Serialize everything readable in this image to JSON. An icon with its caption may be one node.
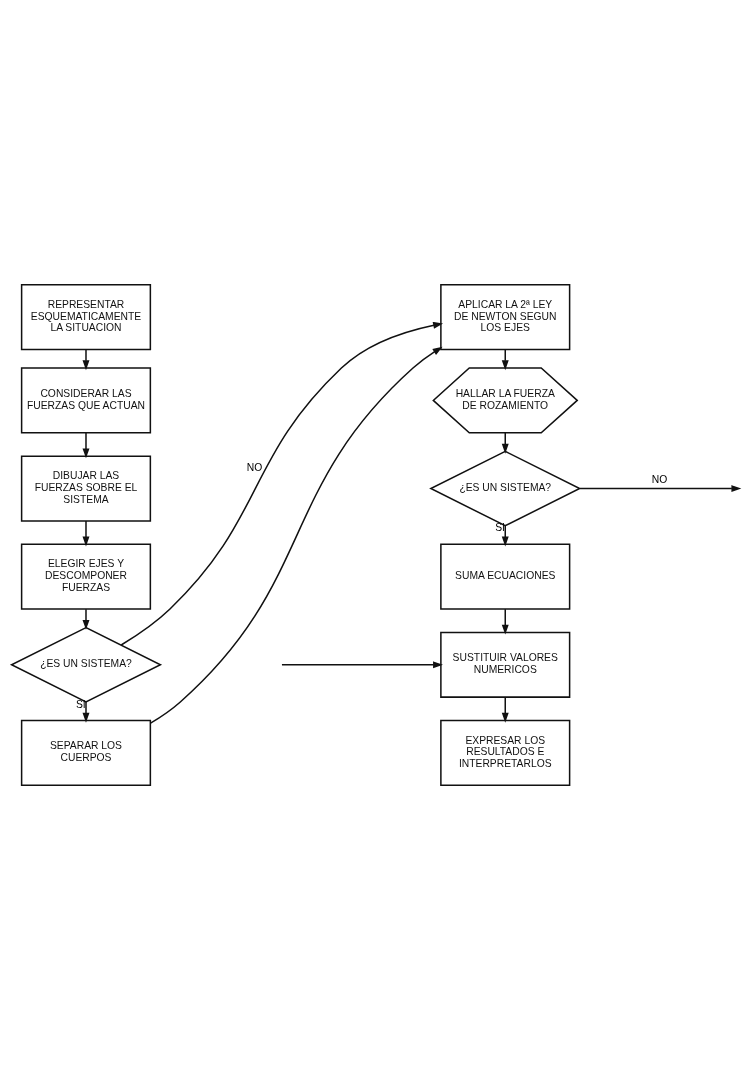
{
  "diagram": {
    "nodes": [
      {
        "text": [
          "REPRESENTAR ESQUEMATICAMENTE LA SITUACION"
        ]
      },
      {
        "text": [
          "CONSIDERAR LAS FUERZAS QUE ACTUAN"
        ]
      },
      {
        "text": [
          "DIBUJAR LAS FUERZAS SOBRE EL SISTEMA"
        ]
      },
      {
        "text": [
          "ELEGIR EJES Y DESCOMPONER FUERZAS"
        ]
      },
      {
        "text": [
          "¿ES UN SISTEMA?"
        ]
      },
      {
        "text": [
          "SEPARAR LOS CUERPOS"
        ]
      },
      {
        "text": [
          "APLICAR LA 2ª LEY DE NEWTON SEGUN LOS EJES"
        ]
      },
      {
        "text": [
          "HALLAR LA FUERZA DE ROZAMIENTO"
        ]
      },
      {
        "text": [
          "¿ES UN SISTEMA?"
        ]
      },
      {
        "text": [
          "SUMA ECUACIONES"
        ]
      },
      {
        "text": [
          "SUSTITUIR VALORES NUMERICOS"
        ]
      },
      {
        "text": [
          "EXPRESAR LOS RESULTADOS E INTERPRETARLOS"
        ]
      }
    ],
    "edges": [
      {
        "from": 0,
        "to": 1,
        "arrow": "to"
      },
      {
        "from": 1,
        "to": 2,
        "arrow": "to"
      },
      {
        "from": 2,
        "to": 3,
        "arrow": "to"
      },
      {
        "from": 3,
        "to": 4,
        "arrow": "to"
      },
      {
        "from": 4,
        "to": 5,
        "arrow": "to",
        "label": "SI"
      },
      {
        "from": 4,
        "to": 6,
        "arrow": "to",
        "label": "NO"
      },
      {
        "from": 5,
        "to": 6,
        "arrow": "to"
      },
      {
        "from": 6,
        "to": 7,
        "arrow": "to"
      },
      {
        "from": 7,
        "to": 8,
        "arrow": "to"
      },
      {
        "from": 8,
        "to": 9,
        "arrow": "to",
        "label": "SI"
      },
      {
        "from": 8,
        "to": null,
        "arrow": "to",
        "label": "NO"
      },
      {
        "from": null,
        "to": 10,
        "arrow": "to"
      },
      {
        "from": 9,
        "to": 10,
        "arrow": "to"
      },
      {
        "from": 10,
        "to": 11,
        "arrow": "to"
      }
    ]
  }
}
